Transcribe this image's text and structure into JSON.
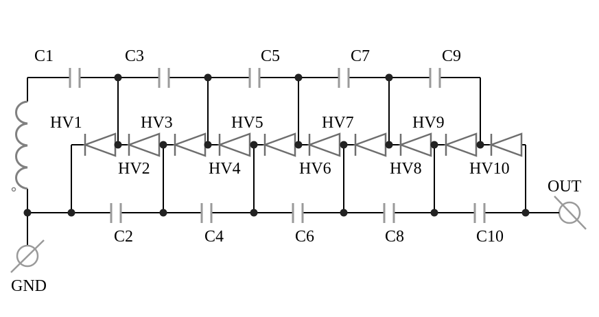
{
  "labels": {
    "capacitors_top": [
      "C1",
      "C3",
      "C5",
      "C7",
      "C9"
    ],
    "capacitors_bottom": [
      "C2",
      "C4",
      "C6",
      "C8",
      "C10"
    ],
    "diodes_upper": [
      "HV1",
      "HV3",
      "HV5",
      "HV7",
      "HV9"
    ],
    "diodes_lower": [
      "HV2",
      "HV4",
      "HV6",
      "HV8",
      "HV10"
    ],
    "out": "OUT",
    "gnd": "GND"
  },
  "colors": {
    "wire": "#000000",
    "component": "#9a9a9a",
    "diode": "#6e6e6e",
    "junction": "#222222"
  }
}
